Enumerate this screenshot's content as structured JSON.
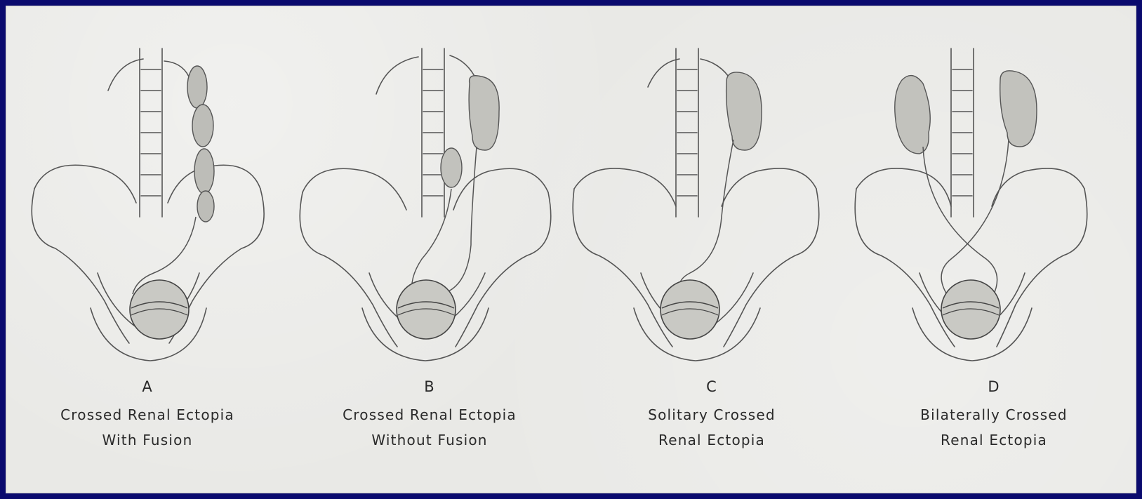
{
  "panels": [
    {
      "letter": "A",
      "caption_line1": "Crossed Renal Ectopia",
      "caption_line2": "With Fusion"
    },
    {
      "letter": "B",
      "caption_line1": "Crossed Renal Ectopia",
      "caption_line2": "Without Fusion"
    },
    {
      "letter": "C",
      "caption_line1": "Solitary Crossed",
      "caption_line2": "Renal Ectopia"
    },
    {
      "letter": "D",
      "caption_line1": "Bilaterally Crossed",
      "caption_line2": "Renal Ectopia"
    }
  ]
}
